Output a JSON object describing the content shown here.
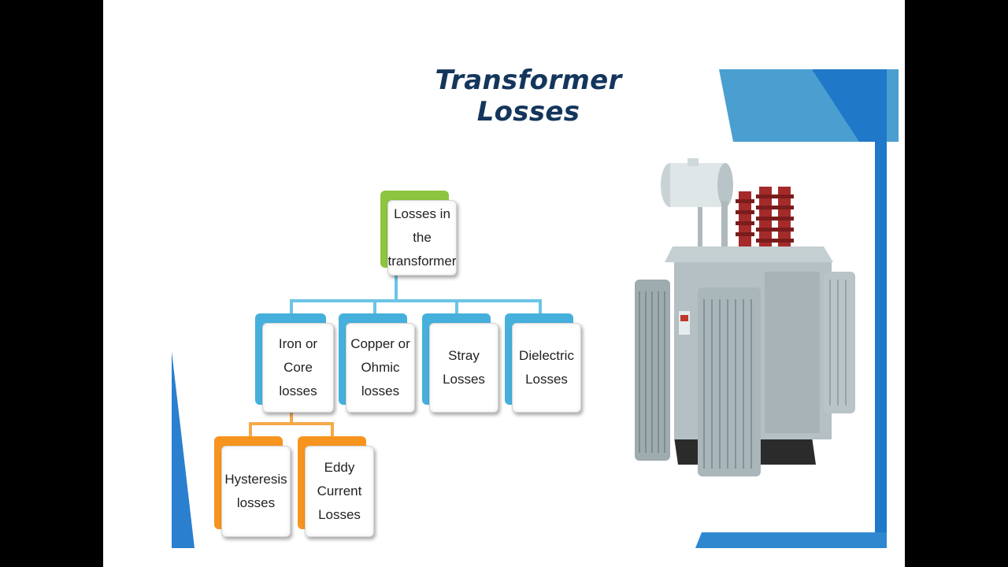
{
  "title": "Transformer Losses",
  "diagram": {
    "root": "Losses in the\ntransformer",
    "children": [
      "Iron or Core\nlosses",
      "Copper or\nOhmic losses",
      "Stray Losses",
      "Dielectric\nLosses"
    ],
    "grandchildren": [
      "Hysteresis\nlosses",
      "Eddy Current\nLosses"
    ]
  },
  "colors": {
    "title": "#14365c",
    "root_accent": "#8cc63f",
    "level1_accent": "#45b0dc",
    "level2_accent": "#f7941d",
    "decor_blue": "#1f78c8"
  }
}
